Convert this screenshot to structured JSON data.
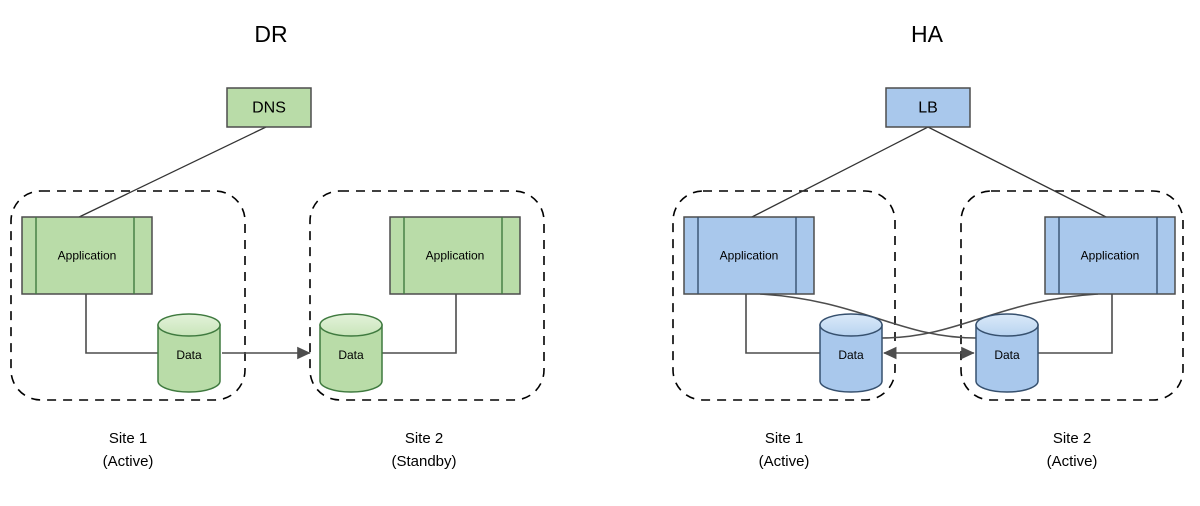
{
  "diagram": {
    "title_dr": "DR",
    "title_ha": "HA",
    "colors": {
      "green_fill": "#b9dca8",
      "green_fill_light": "#d3e9c6",
      "green_stroke": "#3f7a3f",
      "blue_fill": "#a9c8ec",
      "blue_fill_light": "#c6ddf5",
      "blue_stroke": "#36506e",
      "edge": "#4d4d4d",
      "boundary": "#000000",
      "background": "#ffffff"
    }
  },
  "dr_panel": {
    "title": "DR",
    "entry_node": {
      "label": "DNS",
      "icon": "dns-box-icon"
    },
    "sites": [
      {
        "name": "Site 1",
        "state": "(Active)",
        "app": {
          "label": "Application",
          "icon": "component-box-icon"
        },
        "data": {
          "label": "Data",
          "icon": "database-cylinder-icon"
        }
      },
      {
        "name": "Site 2",
        "state": "(Standby)",
        "app": {
          "label": "Application",
          "icon": "component-box-icon"
        },
        "data": {
          "label": "Data",
          "icon": "database-cylinder-icon"
        }
      }
    ],
    "replication": {
      "direction": "one-way",
      "from": "Site 1 Data",
      "to": "Site 2 Data"
    }
  },
  "ha_panel": {
    "title": "HA",
    "entry_node": {
      "label": "LB",
      "icon": "load-balancer-box-icon"
    },
    "sites": [
      {
        "name": "Site 1",
        "state": "(Active)",
        "app": {
          "label": "Application",
          "icon": "component-box-icon"
        },
        "data": {
          "label": "Data",
          "icon": "database-cylinder-icon"
        }
      },
      {
        "name": "Site 2",
        "state": "(Active)",
        "app": {
          "label": "Application",
          "icon": "component-box-icon"
        },
        "data": {
          "label": "Data",
          "icon": "database-cylinder-icon"
        }
      }
    ],
    "replication": {
      "direction": "bidirectional",
      "from": "Site 1 Data",
      "to": "Site 2 Data"
    }
  }
}
